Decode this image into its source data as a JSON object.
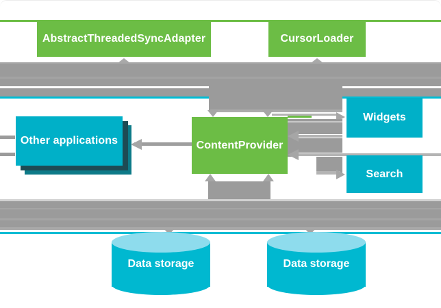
{
  "diagram": {
    "kind": "android-contentprovider-architecture",
    "nodes": {
      "sync_adapter": {
        "label": "AbstractThreadedSyncAdapter",
        "color": "#6cbd45"
      },
      "cursor_loader": {
        "label": "CursorLoader",
        "color": "#6cbd45"
      },
      "content_provider": {
        "label": "ContentProvider",
        "color": "#6cbd45"
      },
      "other_applications": {
        "label": "Other applications",
        "color": "#00b0c8"
      },
      "widgets": {
        "label": "Widgets",
        "color": "#00b0c8"
      },
      "search": {
        "label": "Search",
        "color": "#00b0c8"
      },
      "data_storage_left": {
        "label": "Data storage",
        "color": "#00b8d0"
      },
      "data_storage_right": {
        "label": "Data storage",
        "color": "#00b8d0"
      }
    },
    "edges": [
      {
        "from": "content_provider",
        "to": "sync_adapter",
        "direction": "up"
      },
      {
        "from": "content_provider",
        "to": "cursor_loader",
        "direction": "up"
      },
      {
        "from": "top_band",
        "to": "content_provider",
        "direction": "down"
      },
      {
        "from": "content_provider",
        "to": "other_applications",
        "direction": "left"
      },
      {
        "from": "widgets",
        "to": "content_provider",
        "direction": "left"
      },
      {
        "from": "search",
        "to": "content_provider",
        "direction": "left"
      },
      {
        "from": "content_provider",
        "to": "widgets",
        "direction": "right"
      },
      {
        "from": "content_provider",
        "to": "search",
        "direction": "right"
      },
      {
        "from": "data_storage",
        "to": "content_provider",
        "direction": "up"
      },
      {
        "from": "content_provider",
        "to": "data_storage",
        "direction": "down"
      }
    ],
    "palette": {
      "green": "#6cbd45",
      "cyan_box": "#00b0c8",
      "cyan_line": "#00bcd4",
      "gray_band": "#9b9b9b",
      "cylinder_body": "#00b8d0",
      "cylinder_top": "#8edced",
      "shadow_dark": "#1d4b54",
      "shadow_teal": "#0d7a88",
      "text": "#ffffff"
    }
  }
}
